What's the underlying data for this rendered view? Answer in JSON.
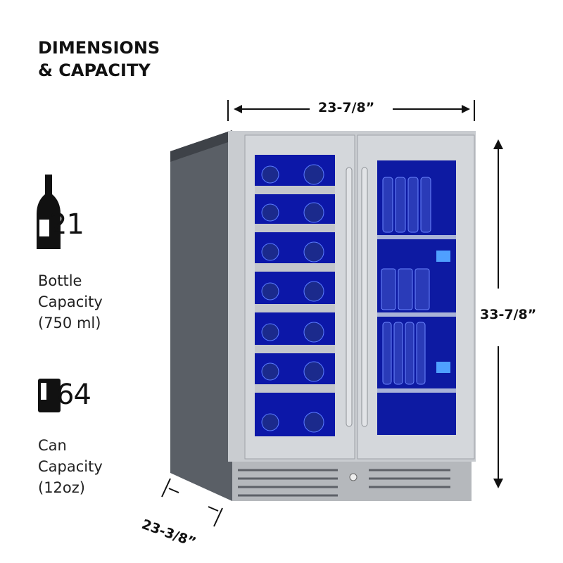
{
  "heading": {
    "line1": "DIMENSIONS",
    "line2": "& CAPACITY"
  },
  "bottle": {
    "icon": "wine-bottle-icon",
    "count": "21",
    "label_lines": [
      "Bottle",
      "Capacity",
      "(750 ml)"
    ]
  },
  "can": {
    "icon": "can-icon",
    "count": "64",
    "label_lines": [
      "Can",
      "Capacity",
      "(12oz)"
    ]
  },
  "dimensions": {
    "width": "23-7/8”",
    "height": "33-7/8”",
    "depth": "23-3/8”"
  },
  "colors": {
    "text": "#111111",
    "steel": "#b9bcc0",
    "glass": "#1a2bd6",
    "dark": "#2a2d33"
  }
}
